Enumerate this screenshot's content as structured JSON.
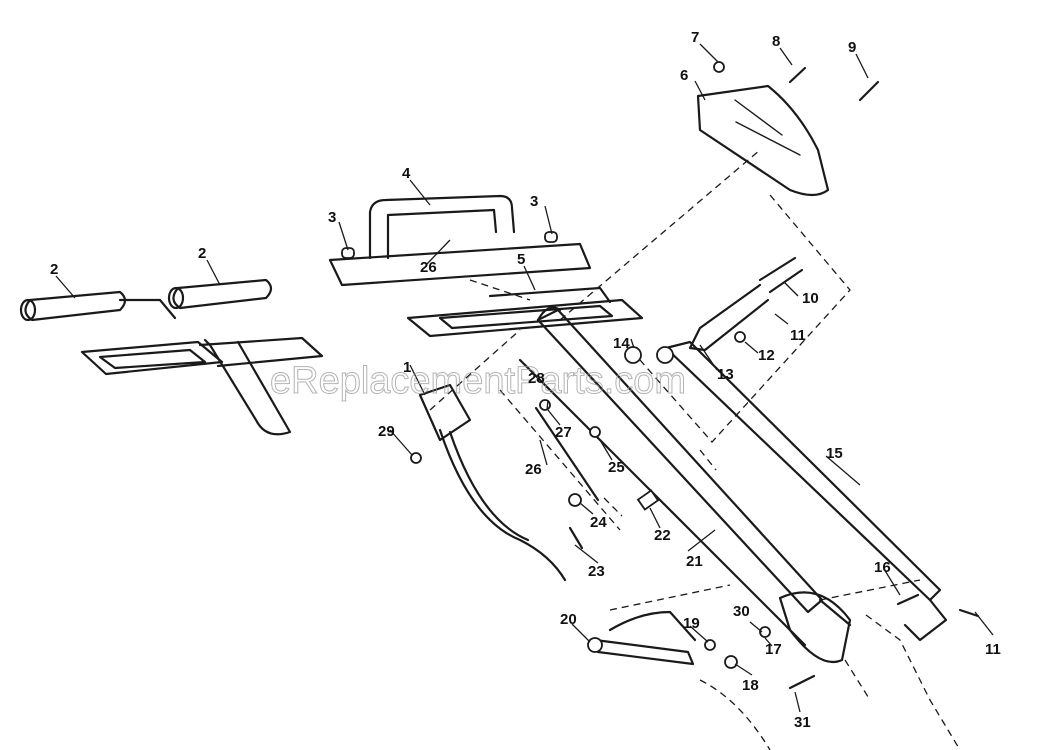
{
  "diagram": {
    "watermark": "eReplacementParts.com",
    "callouts": {
      "c1": "1",
      "c2a": "2",
      "c2b": "2",
      "c3a": "3",
      "c3b": "3",
      "c4": "4",
      "c5": "5",
      "c6": "6",
      "c7": "7",
      "c8": "8",
      "c9": "9",
      "c10": "10",
      "c11a": "11",
      "c11b": "11",
      "c12": "12",
      "c13": "13",
      "c14": "14",
      "c15": "15",
      "c16": "16",
      "c17": "17",
      "c18": "18",
      "c19": "19",
      "c20": "20",
      "c21": "21",
      "c22": "22",
      "c23": "23",
      "c24": "24",
      "c25": "25",
      "c26a": "26",
      "c26b": "26",
      "c27": "27",
      "c28": "28",
      "c29": "29",
      "c30": "30",
      "c31": "31"
    }
  }
}
